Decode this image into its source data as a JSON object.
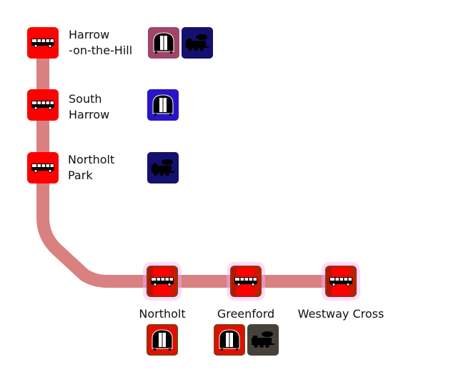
{
  "route": {
    "line_color": "#d98080",
    "stop_color": "#ff0000",
    "stops": [
      {
        "id": "harrow-on-the-hill",
        "name": "Harrow\n-on-the-Hill",
        "connections": [
          {
            "mode": "underground",
            "icon": "underground-train-icon",
            "color": "#a0446a"
          },
          {
            "mode": "rail",
            "icon": "steam-train-icon",
            "color": "#14106e"
          }
        ]
      },
      {
        "id": "south-harrow",
        "name": "South\nHarrow",
        "connections": [
          {
            "mode": "underground",
            "icon": "underground-train-icon",
            "color": "#2a14c8"
          }
        ]
      },
      {
        "id": "northolt-park",
        "name": "Northolt\nPark",
        "connections": [
          {
            "mode": "rail",
            "icon": "steam-train-icon",
            "color": "#14106e"
          }
        ]
      },
      {
        "id": "northolt",
        "name": "Northolt",
        "connections": [
          {
            "mode": "underground",
            "icon": "underground-train-icon",
            "color": "#e01000"
          }
        ]
      },
      {
        "id": "greenford",
        "name": "Greenford",
        "connections": [
          {
            "mode": "underground",
            "icon": "underground-train-icon",
            "color": "#e01000"
          },
          {
            "mode": "rail",
            "icon": "steam-train-icon",
            "color": "#46423a"
          }
        ]
      },
      {
        "id": "westway-cross",
        "name": "Westway Cross",
        "connections": []
      }
    ]
  }
}
